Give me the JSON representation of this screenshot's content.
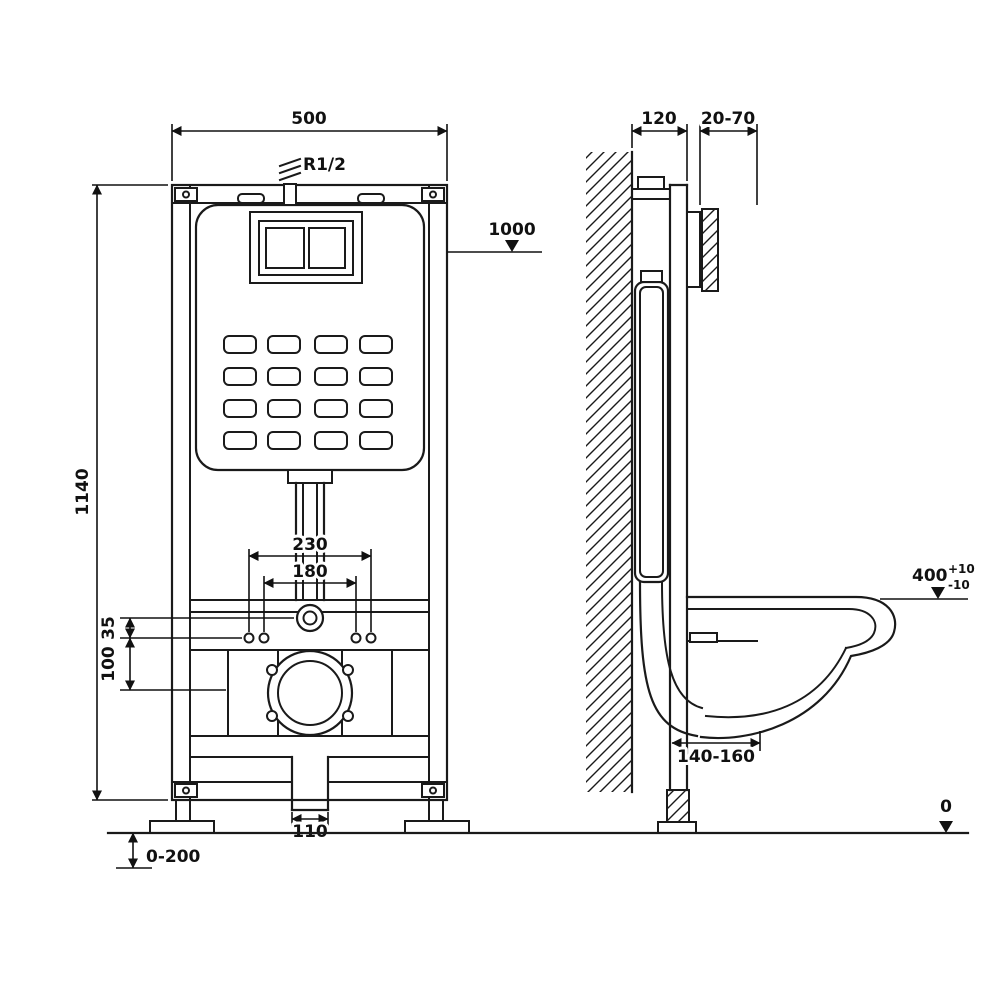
{
  "colors": {
    "line": "#1a1a1a",
    "background": "#ffffff"
  },
  "front": {
    "width": "500",
    "supply_thread": "R1/2",
    "level_1000": "1000",
    "height": "1140",
    "spacing_outer": "230",
    "spacing_inner": "180",
    "offset_small": "35",
    "offset_large": "100",
    "outlet_width": "110",
    "foot_range": "0-200"
  },
  "side": {
    "depth": "120",
    "wall_range": "20-70",
    "bowl_height": "400",
    "tol_plus": "+10",
    "tol_minus": "-10",
    "outlet_distance": "140-160",
    "floor": "0"
  }
}
